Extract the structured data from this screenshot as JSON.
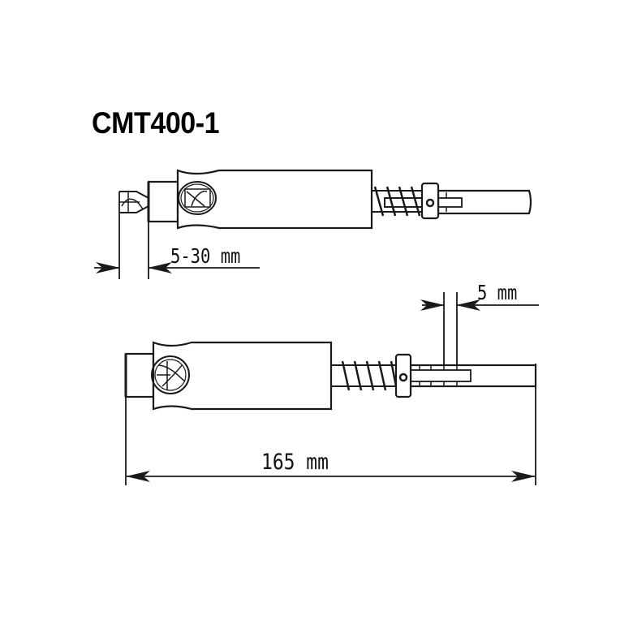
{
  "title": "CMT400-1",
  "dimensions": {
    "depth_range": "5-30 mm",
    "stop_step": "5 mm",
    "overall_length": "165 mm"
  },
  "views": [
    {
      "name": "top-view",
      "description": "Drill stop with bit extended"
    },
    {
      "name": "bottom-view",
      "description": "Drill stop with bit retracted"
    }
  ],
  "colors": {
    "line": "#1a1a1a",
    "background": "#ffffff"
  }
}
